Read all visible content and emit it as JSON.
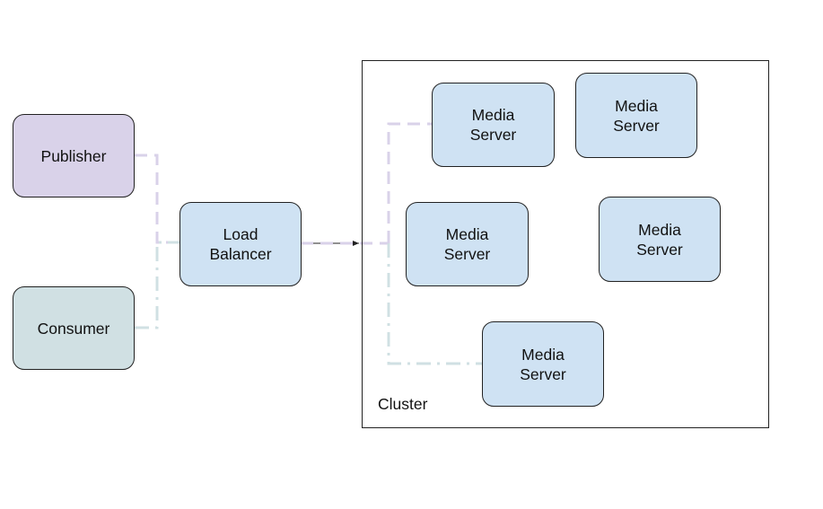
{
  "colors": {
    "publisher_fill": "#d9d2e9",
    "consumer_fill": "#d0e0e3",
    "server_fill": "#cfe2f3",
    "publisher_line": "#d9d2e9",
    "consumer_line": "#d0e0e3",
    "outline": "#222222"
  },
  "nodes": {
    "publisher": "Publisher",
    "consumer": "Consumer",
    "load_balancer": "Load\nBalancer",
    "media_server_1": "Media\nServer",
    "media_server_2": "Media\nServer",
    "media_server_3": "Media\nServer",
    "media_server_4": "Media\nServer",
    "media_server_5": "Media\nServer"
  },
  "cluster": {
    "label": "Cluster"
  },
  "connections": [
    {
      "from": "publisher",
      "to": "load_balancer",
      "style": "dashed"
    },
    {
      "from": "consumer",
      "to": "load_balancer",
      "style": "dash-dot"
    },
    {
      "from": "load_balancer",
      "to": "cluster",
      "style": "dashed"
    },
    {
      "from": "cluster",
      "to": "media_server_1",
      "style": "dashed"
    },
    {
      "from": "cluster",
      "to": "media_server_5",
      "style": "dash-dot"
    }
  ]
}
